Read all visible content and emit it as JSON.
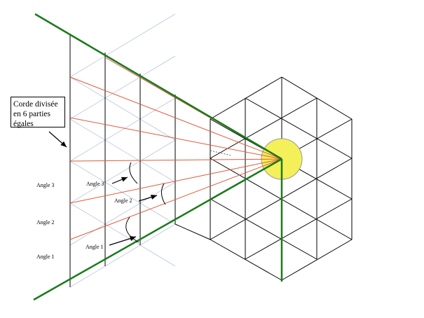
{
  "callout": {
    "line1": "Corde divisée",
    "line2": "en 6 parties",
    "line3": "égales"
  },
  "angle_labels_left": [
    "Angle 3",
    "Angle 2",
    "Angle 1"
  ],
  "angle_labels_arcs": [
    "Angle 3",
    "Angle 2",
    "Angle 1"
  ],
  "colors": {
    "boundary": "#1a7a1a",
    "rays": "#e05a3a",
    "grid": "#000000",
    "faint_grid": "#b8c4dc",
    "sun_fill": "#f4f05a",
    "sun_stroke": "#999999"
  }
}
